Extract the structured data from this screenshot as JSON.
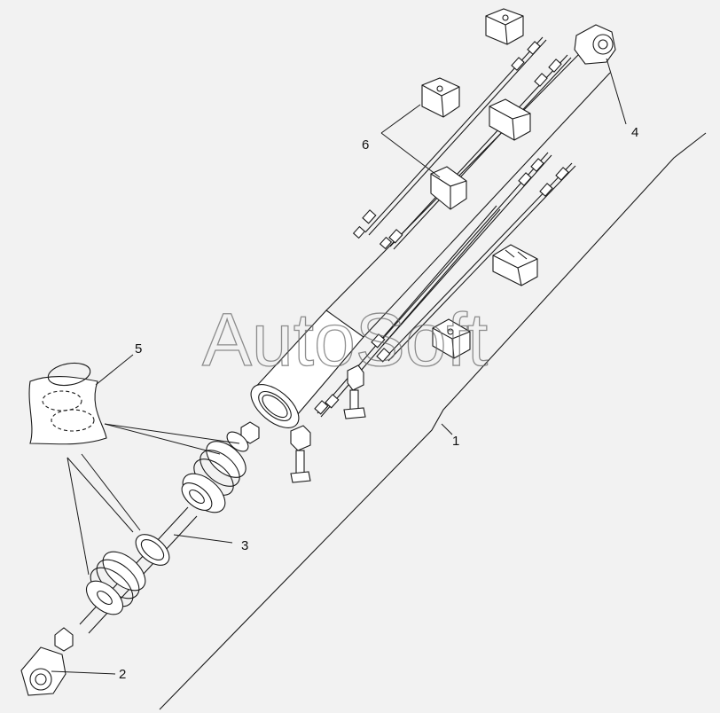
{
  "callouts": {
    "c1": "1",
    "c2": "2",
    "c3": "3",
    "c4": "4",
    "c5": "5",
    "c6": "6"
  },
  "watermark": "AutoSoft",
  "colors": {
    "background": "#f2f2f2",
    "ink": "#1a1a1a",
    "watermark": "#6a6a6a"
  }
}
